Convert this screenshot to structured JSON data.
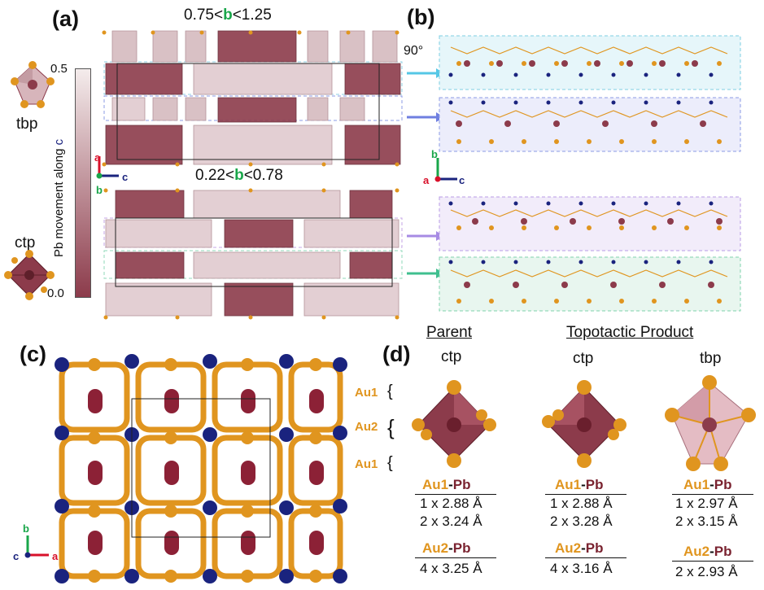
{
  "panels": {
    "a": "(a)",
    "b": "(b)",
    "c": "(c)",
    "d": "(d)"
  },
  "panel_a": {
    "range_top_pre": "0.75<",
    "range_top_b": "b",
    "range_top_post": "<1.25",
    "range_bottom_pre": "0.22<",
    "range_bottom_b": "b",
    "range_bottom_post": "<0.78",
    "colorbar_label_pre": "Pb movement  along ",
    "colorbar_label_c": "c",
    "colorbar_max": "0.5",
    "colorbar_min": "0.0",
    "tbp": "tbp",
    "ctp": "ctp",
    "axes": {
      "a": "a",
      "b": "b",
      "c": "c"
    }
  },
  "panel_b": {
    "rotation": "90°",
    "axes": {
      "a": "a",
      "b": "b",
      "c": "c"
    }
  },
  "panel_c": {
    "au1_top": "Au1",
    "au2": "Au2",
    "au1_bottom": "Au1",
    "axes": {
      "a": "a",
      "b": "b",
      "c": "c"
    }
  },
  "panel_d": {
    "parent_header": "Parent",
    "product_header": "Topotactic Product",
    "col1_type": "ctp",
    "col2_type": "ctp",
    "col3_type": "tbp",
    "au": "Au1",
    "pb": "Pb",
    "au2": "Au2",
    "dash": "-",
    "col1": {
      "au1_l1": "1 x 2.88 Å",
      "au1_l2": "2 x 3.24 Å",
      "au2_l1": "4 x 3.25 Å"
    },
    "col2": {
      "au1_l1": "1 x 2.88 Å",
      "au1_l2": "2 x 3.28 Å",
      "au2_l1": "4 x 3.16 Å"
    },
    "col3": {
      "au1_l1": "1 x 2.97 Å",
      "au1_l2": "2 x 3.15 Å",
      "au2_l1": "2 x 2.93 Å"
    }
  },
  "colors": {
    "gold": "#e0951f",
    "pb": "#7a2330",
    "dark_blue": "#1a237e",
    "poly": "#8c3b4b",
    "cyan_box": "#bfe9f3",
    "purple_box": "#e6d8f2",
    "green_box": "#cdeee0"
  }
}
